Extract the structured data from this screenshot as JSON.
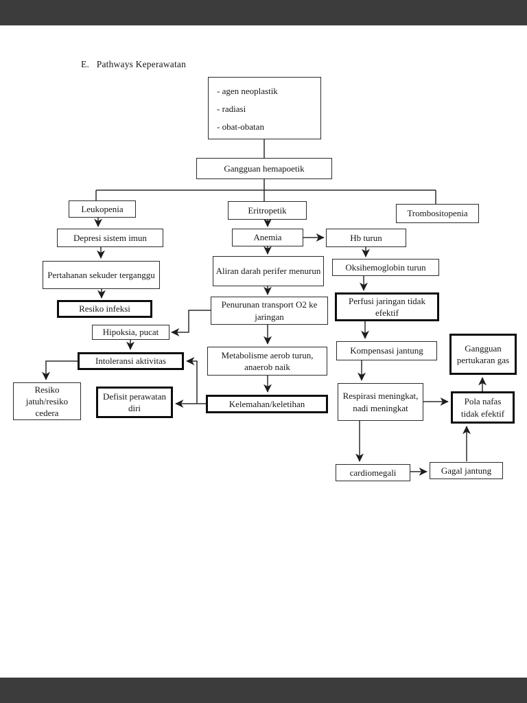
{
  "page": {
    "title": "E.   Pathways Keperawatan"
  },
  "causes": {
    "items": [
      "- agen neoplastik",
      "- radiasi",
      "- obat-obatan"
    ]
  },
  "nodes": {
    "gangguan_hemapoetik": "Gangguan hemapoetik",
    "leukopenia": "Leukopenia",
    "eritropetik": "Eritropetik",
    "trombositopenia": "Trombositopenia",
    "depresi_sistem_imun": "Depresi sistem imun",
    "anemia": "Anemia",
    "hb_turun": "Hb turun",
    "pertahanan_sekuder": "Pertahanan sekuder terganggu",
    "aliran_darah": "Aliran darah perifer menurun",
    "oksihemoglobin_turun": "Oksihemoglobin turun",
    "resiko_infeksi": "Resiko infeksi",
    "penurunan_transport": "Penurunan  transport O2 ke jaringan",
    "perfusi_jaringan": "Perfusi jaringan tidak efektif",
    "hipoksia_pucat": "Hipoksia, pucat",
    "kompensasi_jantung": "Kompensasi jantung",
    "gangguan_pertukaran_gas": "Gangguan pertukaran gas",
    "intoleransi_aktivitas": "Intoleransi aktivitas",
    "metabolisme_aerob": "Metabolisme aerob turun, anaerob naik",
    "resiko_jatuh": "Resiko jatuh/resiko cedera",
    "defisit_perawatan": "Defisit perawatan diri",
    "kelemahan_keletihan": "Kelemahan/keletihan",
    "respirasi_meningkat": "Respirasi meningkat, nadi meningkat",
    "pola_nafas": "Pola nafas tidak efektif",
    "cardiomegali": "cardiomegali",
    "gagal_jantung": "Gagal jantung"
  },
  "colors": {
    "paper": "#ffffff",
    "viewer_chrome": "#3c3c3c",
    "ink": "#1d1d1d"
  }
}
